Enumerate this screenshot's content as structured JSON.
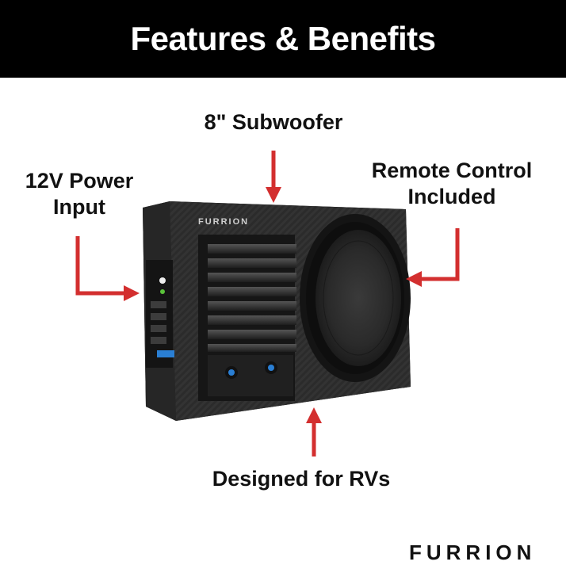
{
  "header": {
    "title": "Features & Benefits"
  },
  "callouts": {
    "subwoofer": "8\" Subwoofer",
    "power_line1": "12V Power",
    "power_line2": "Input",
    "remote_line1": "Remote Control",
    "remote_line2": "Included",
    "rv": "Designed for RVs"
  },
  "product": {
    "brand_plate": "FURRION"
  },
  "footer": {
    "logo": "FURRION"
  },
  "colors": {
    "arrow": "#d32f2f",
    "header_bg": "#000000",
    "header_text": "#ffffff",
    "body_text": "#111111",
    "knob_accent": "#2a7fd4"
  },
  "icons": [
    "arrow-down-icon",
    "arrow-right-icon",
    "arrow-left-icon",
    "arrow-up-icon"
  ]
}
